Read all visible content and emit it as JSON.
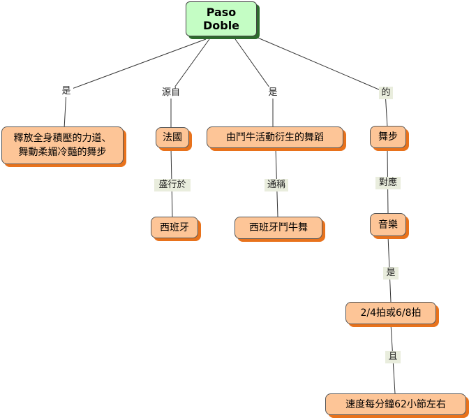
{
  "concept_map": {
    "root": "Paso\nDoble",
    "nodes": {
      "release": "釋放全身積壓的力道、\n舞動柔媚冷豔的舞步",
      "france": "法國",
      "bullfight": "由鬥牛活動衍生的舞蹈",
      "steps": "舞步",
      "spain": "西班牙",
      "spanish_bullfight": "西班牙鬥牛舞",
      "music": "音樂",
      "tempo": "2/4拍或6/8拍",
      "speed": "速度每分鐘62小節左右"
    },
    "links": {
      "is_1": "是",
      "origin": "源自",
      "is_2": "是",
      "of": "的",
      "popular_in": "盛行於",
      "aka": "通稱",
      "corresponds": "對應",
      "is_3": "是",
      "and": "且"
    }
  }
}
